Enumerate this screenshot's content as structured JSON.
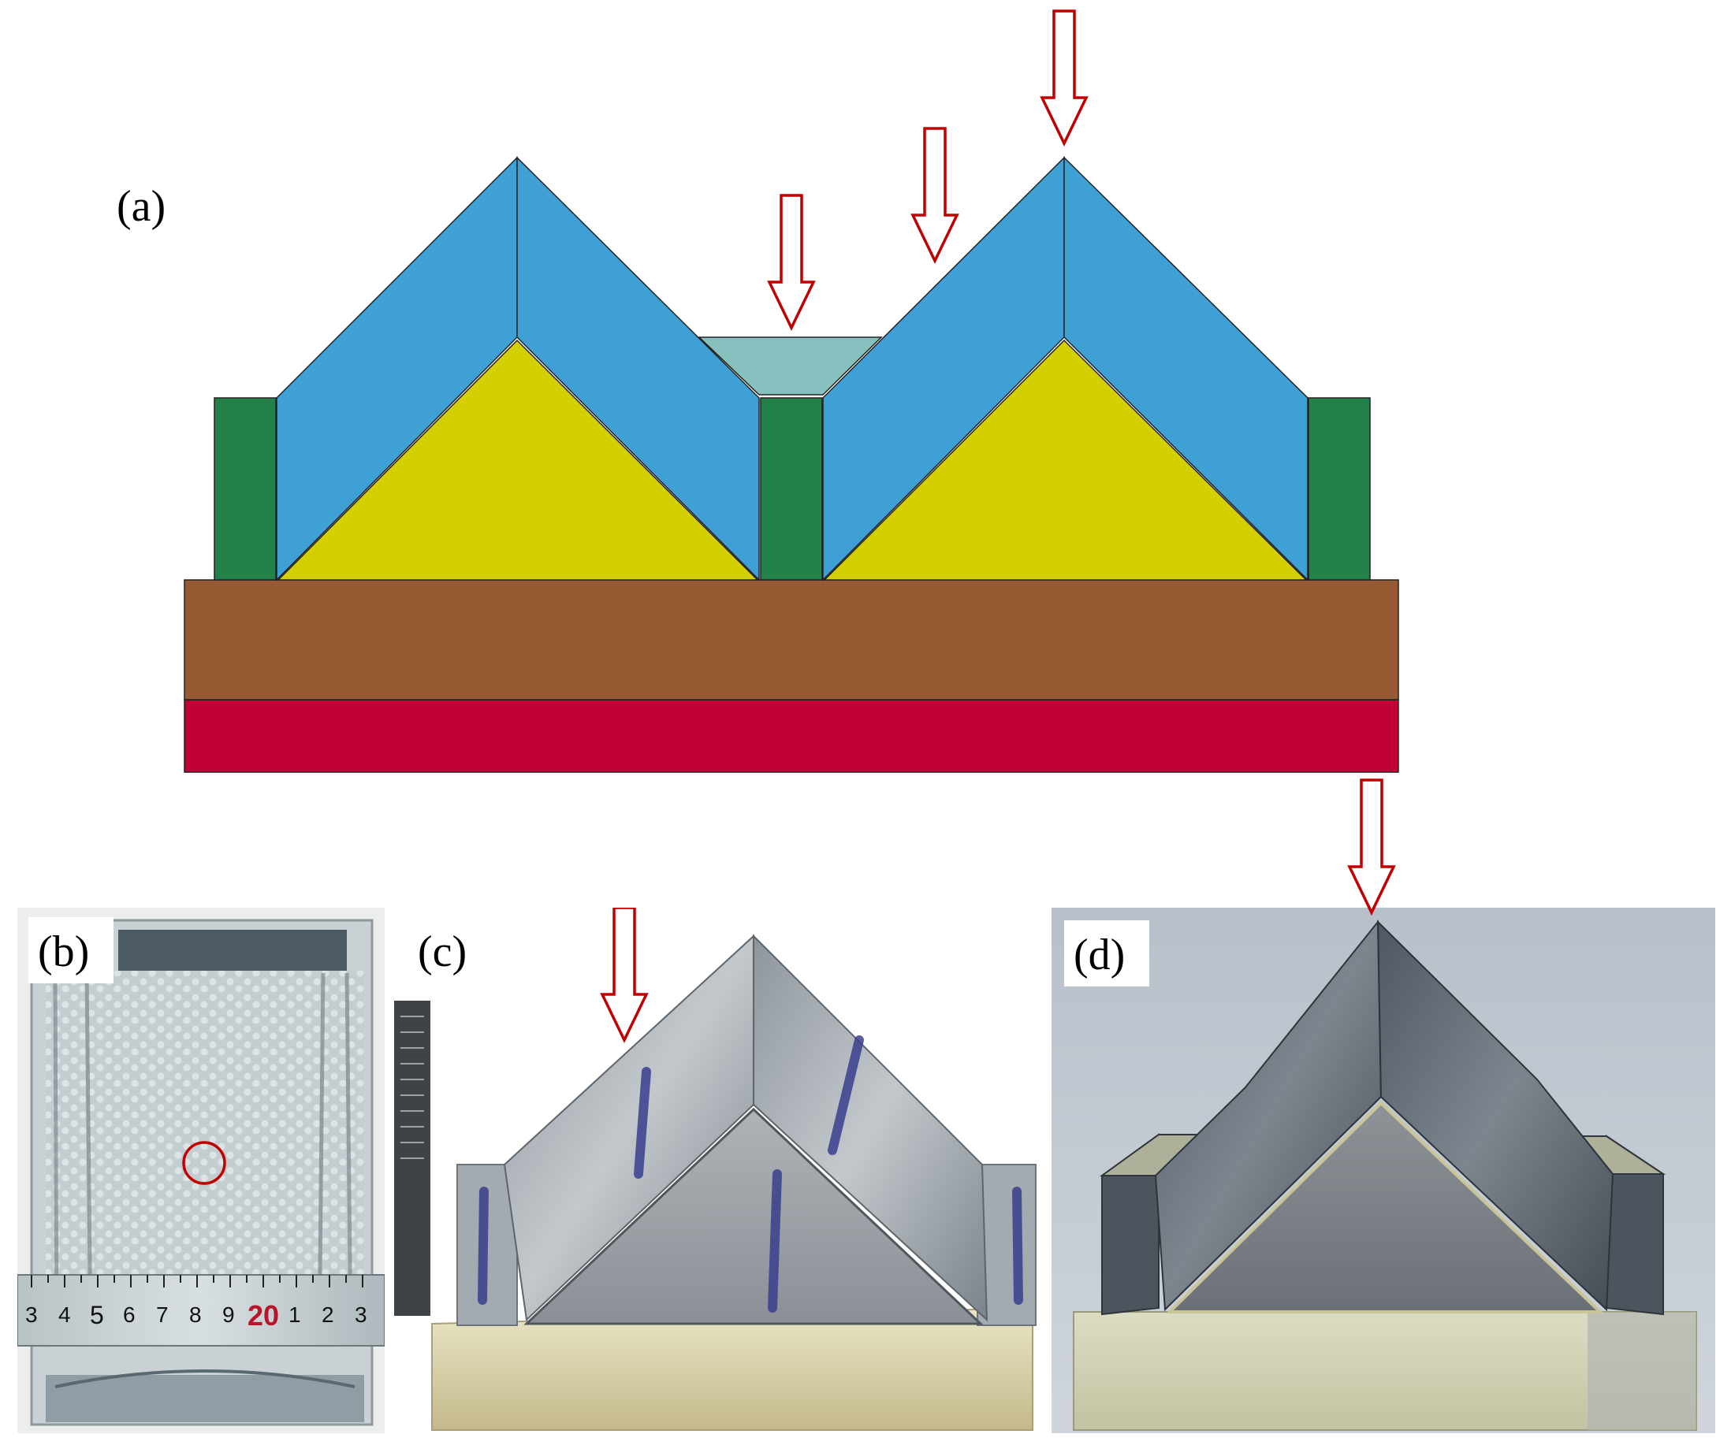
{
  "panels": {
    "a": {
      "label": "(a)"
    },
    "b": {
      "label": "(b)",
      "ruler_ticks": [
        "3",
        "4",
        "5",
        "6",
        "7",
        "8",
        "9",
        "20",
        "1",
        "2",
        "3"
      ]
    },
    "c": {
      "label": "(c)"
    },
    "d": {
      "label": "(d)"
    }
  },
  "colors": {
    "top_face_sheet": "#3fa0d6",
    "core_triangle": "#d4cf00",
    "end_support": "#23814a",
    "foam_layer": "#985a33",
    "bottom_plate": "#c20037",
    "trough_filler": "#86c1c0",
    "load_arrow": "#c00000",
    "indentation_marker": "#c00000"
  }
}
